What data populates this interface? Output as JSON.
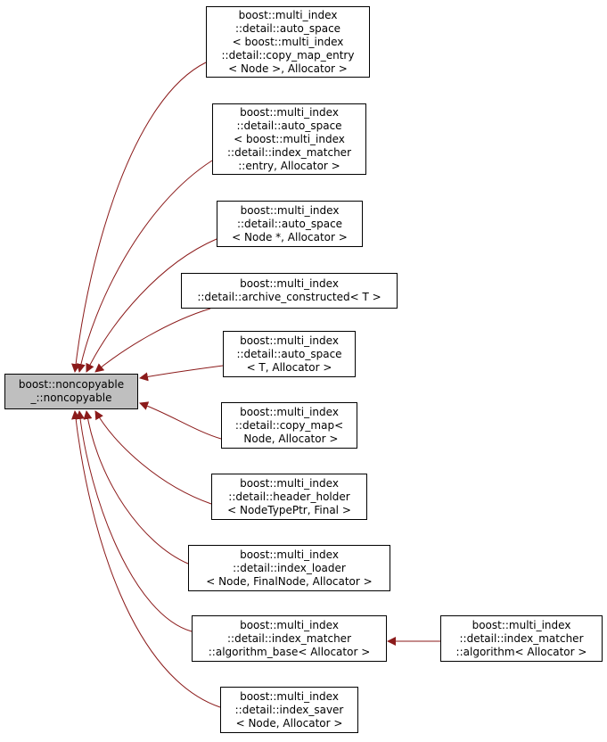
{
  "edge_color": "#8b1a1a",
  "base_fill": "#bfbfbf",
  "nodes": [
    {
      "id": "base",
      "kind": "base",
      "lines": [
        "boost::noncopyable",
        "_::noncopyable"
      ]
    },
    {
      "id": "n1",
      "lines": [
        "boost::multi_index",
        "::detail::auto_space",
        "< boost::multi_index",
        "::detail::copy_map_entry",
        "< Node >, Allocator >"
      ]
    },
    {
      "id": "n2",
      "lines": [
        "boost::multi_index",
        "::detail::auto_space",
        "< boost::multi_index",
        "::detail::index_matcher",
        "::entry, Allocator >"
      ]
    },
    {
      "id": "n3",
      "lines": [
        "boost::multi_index",
        "::detail::auto_space",
        "< Node *, Allocator >"
      ]
    },
    {
      "id": "n4",
      "lines": [
        "boost::multi_index",
        "::detail::archive_constructed< T >"
      ]
    },
    {
      "id": "n5",
      "lines": [
        "boost::multi_index",
        "::detail::auto_space",
        "< T, Allocator >"
      ]
    },
    {
      "id": "n6",
      "lines": [
        "boost::multi_index",
        "::detail::copy_map<",
        " Node, Allocator >"
      ]
    },
    {
      "id": "n7",
      "lines": [
        "boost::multi_index",
        "::detail::header_holder",
        "< NodeTypePtr, Final >"
      ]
    },
    {
      "id": "n8",
      "lines": [
        "boost::multi_index",
        "::detail::index_loader",
        "< Node, FinalNode, Allocator >"
      ]
    },
    {
      "id": "n9",
      "lines": [
        "boost::multi_index",
        "::detail::index_matcher",
        "::algorithm_base< Allocator >"
      ]
    },
    {
      "id": "n10",
      "lines": [
        "boost::multi_index",
        "::detail::index_saver",
        "< Node, Allocator >"
      ]
    },
    {
      "id": "n11",
      "lines": [
        "boost::multi_index",
        "::detail::index_matcher",
        "::algorithm< Allocator >"
      ]
    }
  ],
  "edges": [
    {
      "from": "n1",
      "to": "base"
    },
    {
      "from": "n2",
      "to": "base"
    },
    {
      "from": "n3",
      "to": "base"
    },
    {
      "from": "n4",
      "to": "base"
    },
    {
      "from": "n5",
      "to": "base"
    },
    {
      "from": "n6",
      "to": "base"
    },
    {
      "from": "n7",
      "to": "base"
    },
    {
      "from": "n8",
      "to": "base"
    },
    {
      "from": "n9",
      "to": "base"
    },
    {
      "from": "n10",
      "to": "base"
    },
    {
      "from": "n11",
      "to": "n9"
    }
  ]
}
